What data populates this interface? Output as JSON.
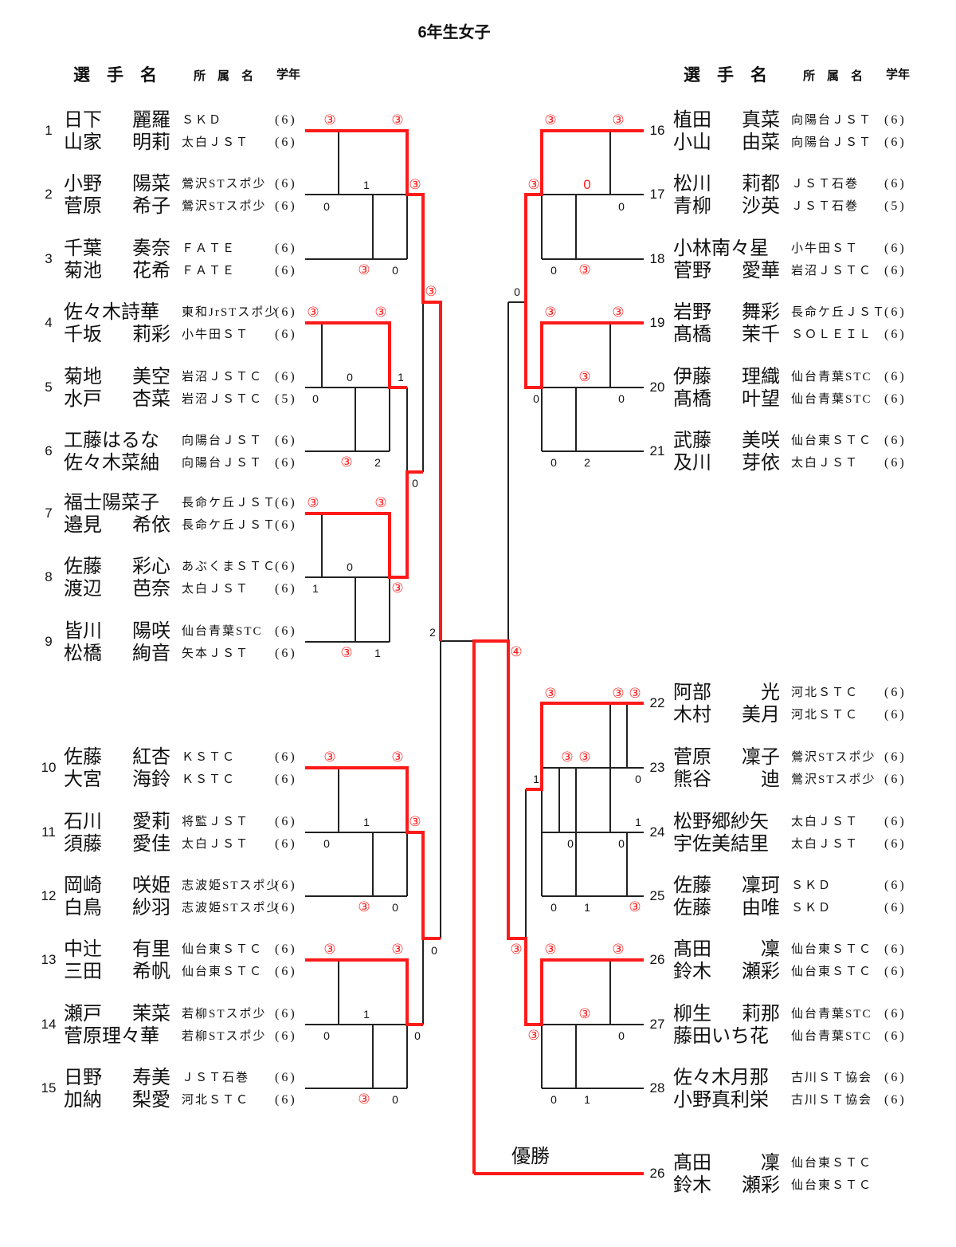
{
  "title": "6年生女子",
  "headers": {
    "name": "選　手　名",
    "team": "所　属　名",
    "grade": "学年"
  },
  "champion_label": "優勝",
  "colors": {
    "winner_line": "#ff1a1a",
    "line": "#222222"
  },
  "left_entries": [
    {
      "no": "1",
      "players": [
        {
          "family": "日下",
          "given": "麗羅",
          "team": "ＳＫＤ",
          "grade": "(6)"
        },
        {
          "family": "山家",
          "given": "明莉",
          "team": "太白ＪＳＴ",
          "grade": "(6)"
        }
      ]
    },
    {
      "no": "2",
      "players": [
        {
          "family": "小野",
          "given": "陽菜",
          "team": "鶯沢STスポ少",
          "grade": "(6)"
        },
        {
          "family": "菅原",
          "given": "希子",
          "team": "鶯沢STスポ少",
          "grade": "(6)"
        }
      ]
    },
    {
      "no": "3",
      "players": [
        {
          "family": "千葉",
          "given": "奏奈",
          "team": "ＦＡＴＥ",
          "grade": "(6)"
        },
        {
          "family": "菊池",
          "given": "花希",
          "team": "ＦＡＴＥ",
          "grade": "(6)"
        }
      ]
    },
    {
      "no": "4",
      "players": [
        {
          "family": "佐々木詩華",
          "given": "",
          "team": "東和JrSTスポ少",
          "grade": "(6)"
        },
        {
          "family": "千坂",
          "given": "莉彩",
          "team": "小牛田ＳＴ",
          "grade": "(6)"
        }
      ]
    },
    {
      "no": "5",
      "players": [
        {
          "family": "菊地",
          "given": "美空",
          "team": "岩沼ＪＳＴＣ",
          "grade": "(6)"
        },
        {
          "family": "水戸",
          "given": "杏菜",
          "team": "岩沼ＪＳＴＣ",
          "grade": "(5)"
        }
      ]
    },
    {
      "no": "6",
      "players": [
        {
          "family": "工藤はるな",
          "given": "",
          "team": "向陽台ＪＳＴ",
          "grade": "(6)"
        },
        {
          "family": "佐々木菜紬",
          "given": "",
          "team": "向陽台ＪＳＴ",
          "grade": "(6)"
        }
      ]
    },
    {
      "no": "7",
      "players": [
        {
          "family": "福士陽菜子",
          "given": "",
          "team": "長命ケ丘ＪＳＴ",
          "grade": "(6)"
        },
        {
          "family": "邉見",
          "given": "希依",
          "team": "長命ケ丘ＪＳＴ",
          "grade": "(6)"
        }
      ]
    },
    {
      "no": "8",
      "players": [
        {
          "family": "佐藤",
          "given": "彩心",
          "team": "あぶくまＳＴＣ",
          "grade": "(6)"
        },
        {
          "family": "渡辺",
          "given": "芭奈",
          "team": "太白ＪＳＴ",
          "grade": "(6)"
        }
      ]
    },
    {
      "no": "9",
      "players": [
        {
          "family": "皆川",
          "given": "陽咲",
          "team": "仙台青葉STC",
          "grade": "(6)"
        },
        {
          "family": "松橋",
          "given": "絢音",
          "team": "矢本ＪＳＴ",
          "grade": "(6)"
        }
      ]
    },
    {
      "no": "10",
      "players": [
        {
          "family": "佐藤",
          "given": "紅杏",
          "team": "ＫＳＴＣ",
          "grade": "(6)"
        },
        {
          "family": "大宮",
          "given": "海鈴",
          "team": "ＫＳＴＣ",
          "grade": "(6)"
        }
      ]
    },
    {
      "no": "11",
      "players": [
        {
          "family": "石川",
          "given": "愛莉",
          "team": "将監ＪＳＴ",
          "grade": "(6)"
        },
        {
          "family": "須藤",
          "given": "愛佳",
          "team": "太白ＪＳＴ",
          "grade": "(6)"
        }
      ]
    },
    {
      "no": "12",
      "players": [
        {
          "family": "岡崎",
          "given": "咲姫",
          "team": "志波姫STスポ少",
          "grade": "(6)"
        },
        {
          "family": "白鳥",
          "given": "紗羽",
          "team": "志波姫STスポ少",
          "grade": "(6)"
        }
      ]
    },
    {
      "no": "13",
      "players": [
        {
          "family": "中辻",
          "given": "有里",
          "team": "仙台東ＳＴＣ",
          "grade": "(6)"
        },
        {
          "family": "三田",
          "given": "希帆",
          "team": "仙台東ＳＴＣ",
          "grade": "(6)"
        }
      ]
    },
    {
      "no": "14",
      "players": [
        {
          "family": "瀬戸",
          "given": "茉菜",
          "team": "若柳STスポ少",
          "grade": "(6)"
        },
        {
          "family": "菅原理々華",
          "given": "",
          "team": "若柳STスポ少",
          "grade": "(6)"
        }
      ]
    },
    {
      "no": "15",
      "players": [
        {
          "family": "日野",
          "given": "寿美",
          "team": "ＪＳＴ石巻",
          "grade": "(6)"
        },
        {
          "family": "加納",
          "given": "梨愛",
          "team": "河北ＳＴＣ",
          "grade": "(6)"
        }
      ]
    }
  ],
  "right_entries": [
    {
      "no": "16",
      "players": [
        {
          "family": "植田",
          "given": "真菜",
          "team": "向陽台ＪＳＴ",
          "grade": "(6)"
        },
        {
          "family": "小山",
          "given": "由菜",
          "team": "向陽台ＪＳＴ",
          "grade": "(6)"
        }
      ]
    },
    {
      "no": "17",
      "players": [
        {
          "family": "松川",
          "given": "莉都",
          "team": "ＪＳＴ石巻",
          "grade": "(6)"
        },
        {
          "family": "青柳",
          "given": "沙英",
          "team": "ＪＳＴ石巻",
          "grade": "(5)"
        }
      ]
    },
    {
      "no": "18",
      "players": [
        {
          "family": "小林南々星",
          "given": "",
          "team": "小牛田ＳＴ",
          "grade": "(6)"
        },
        {
          "family": "菅野",
          "given": "愛華",
          "team": "岩沼ＪＳＴＣ",
          "grade": "(6)"
        }
      ]
    },
    {
      "no": "19",
      "players": [
        {
          "family": "岩野",
          "given": "舞彩",
          "team": "長命ケ丘ＪＳＴ",
          "grade": "(6)"
        },
        {
          "family": "髙橋",
          "given": "茉千",
          "team": "ＳＯＬＥＩＬ",
          "grade": "(6)"
        }
      ]
    },
    {
      "no": "20",
      "players": [
        {
          "family": "伊藤",
          "given": "理織",
          "team": "仙台青葉STC",
          "grade": "(6)"
        },
        {
          "family": "髙橋",
          "given": "叶望",
          "team": "仙台青葉STC",
          "grade": "(6)"
        }
      ]
    },
    {
      "no": "21",
      "players": [
        {
          "family": "武藤",
          "given": "美咲",
          "team": "仙台東ＳＴＣ",
          "grade": "(6)"
        },
        {
          "family": "及川",
          "given": "芽依",
          "team": "太白ＪＳＴ",
          "grade": "(6)"
        }
      ]
    },
    {
      "no": "22",
      "players": [
        {
          "family": "阿部",
          "given": "光",
          "team": "河北ＳＴＣ",
          "grade": "(6)"
        },
        {
          "family": "木村",
          "given": "美月",
          "team": "河北ＳＴＣ",
          "grade": "(6)"
        }
      ]
    },
    {
      "no": "23",
      "players": [
        {
          "family": "菅原",
          "given": "凜子",
          "team": "鶯沢STスポ少",
          "grade": "(6)"
        },
        {
          "family": "熊谷",
          "given": "迪",
          "team": "鶯沢STスポ少",
          "grade": "(6)"
        }
      ]
    },
    {
      "no": "24",
      "players": [
        {
          "family": "松野郷紗矢",
          "given": "",
          "team": "太白ＪＳＴ",
          "grade": "(6)"
        },
        {
          "family": "宇佐美結里",
          "given": "",
          "team": "太白ＪＳＴ",
          "grade": "(6)"
        }
      ]
    },
    {
      "no": "25",
      "players": [
        {
          "family": "佐藤",
          "given": "凜珂",
          "team": "ＳＫＤ",
          "grade": "(6)"
        },
        {
          "family": "佐藤",
          "given": "由唯",
          "team": "ＳＫＤ",
          "grade": "(6)"
        }
      ]
    },
    {
      "no": "26",
      "players": [
        {
          "family": "髙田",
          "given": "凜",
          "team": "仙台東ＳＴＣ",
          "grade": "(6)"
        },
        {
          "family": "鈴木",
          "given": "瀬彩",
          "team": "仙台東ＳＴＣ",
          "grade": "(6)"
        }
      ]
    },
    {
      "no": "27",
      "players": [
        {
          "family": "柳生",
          "given": "莉那",
          "team": "仙台青葉STC",
          "grade": "(6)"
        },
        {
          "family": "藤田いち花",
          "given": "",
          "team": "仙台青葉STC",
          "grade": "(6)"
        }
      ]
    },
    {
      "no": "28",
      "players": [
        {
          "family": "佐々木月那",
          "given": "",
          "team": "古川ＳＴ協会",
          "grade": "(6)"
        },
        {
          "family": "小野真利栄",
          "given": "",
          "team": "古川ＳＴ協会",
          "grade": "(6)"
        }
      ]
    }
  ],
  "winner_entry": {
    "no": "26",
    "players": [
      {
        "family": "髙田",
        "given": "凜",
        "team": "仙台東ＳＴＣ"
      },
      {
        "family": "鈴木",
        "given": "瀬彩",
        "team": "仙台東ＳＴＣ"
      }
    ]
  },
  "scores": [
    {
      "v": "③",
      "win": true
    },
    {
      "v": "③",
      "win": true
    },
    {
      "v": "1",
      "win": false
    },
    {
      "v": "③",
      "win": true
    },
    {
      "v": "0",
      "win": false
    },
    {
      "v": "③",
      "win": true
    },
    {
      "v": "0",
      "win": false
    },
    {
      "v": "③",
      "win": true
    },
    {
      "v": "③",
      "win": true
    },
    {
      "v": "③",
      "win": true
    },
    {
      "v": "0",
      "win": false
    },
    {
      "v": "1",
      "win": false
    },
    {
      "v": "0",
      "win": false
    },
    {
      "v": "③",
      "win": true
    },
    {
      "v": "2",
      "win": false
    },
    {
      "v": "0",
      "win": false
    },
    {
      "v": "③",
      "win": true
    },
    {
      "v": "③",
      "win": true
    },
    {
      "v": "0",
      "win": false
    },
    {
      "v": "1",
      "win": false
    },
    {
      "v": "③",
      "win": true
    },
    {
      "v": "③",
      "win": true
    },
    {
      "v": "1",
      "win": false
    },
    {
      "v": "2",
      "win": false
    },
    {
      "v": "③",
      "win": true
    },
    {
      "v": "③",
      "win": true
    },
    {
      "v": "1",
      "win": false
    },
    {
      "v": "③",
      "win": true
    },
    {
      "v": "0",
      "win": false
    },
    {
      "v": "③",
      "win": true
    },
    {
      "v": "0",
      "win": false
    },
    {
      "v": "0",
      "win": false
    },
    {
      "v": "③",
      "win": true
    },
    {
      "v": "③",
      "win": true
    },
    {
      "v": "1",
      "win": false
    },
    {
      "v": "0",
      "win": false
    },
    {
      "v": "0",
      "win": false
    },
    {
      "v": "③",
      "win": true
    },
    {
      "v": "0",
      "win": false
    },
    {
      "v": "③",
      "win": true
    },
    {
      "v": "③",
      "win": true
    },
    {
      "v": "③",
      "win": true
    },
    {
      "v": "0",
      "win": true
    },
    {
      "v": "0",
      "win": false
    },
    {
      "v": "0",
      "win": false
    },
    {
      "v": "0",
      "win": false
    },
    {
      "v": "③",
      "win": true
    },
    {
      "v": "③",
      "win": true
    },
    {
      "v": "③",
      "win": true
    },
    {
      "v": "③",
      "win": true
    },
    {
      "v": "0",
      "win": false
    },
    {
      "v": "0",
      "win": false
    },
    {
      "v": "0",
      "win": false
    },
    {
      "v": "2",
      "win": false
    },
    {
      "v": "④",
      "win": true
    },
    {
      "v": "③",
      "win": true
    },
    {
      "v": "③",
      "win": true
    },
    {
      "v": "③",
      "win": true
    },
    {
      "v": "③",
      "win": true
    },
    {
      "v": "③",
      "win": true
    },
    {
      "v": "1",
      "win": false
    },
    {
      "v": "0",
      "win": false
    },
    {
      "v": "1",
      "win": false
    },
    {
      "v": "0",
      "win": false
    },
    {
      "v": "0",
      "win": false
    },
    {
      "v": "0",
      "win": false
    },
    {
      "v": "1",
      "win": false
    },
    {
      "v": "③",
      "win": true
    },
    {
      "v": "③",
      "win": true
    },
    {
      "v": "③",
      "win": true
    },
    {
      "v": "③",
      "win": true
    },
    {
      "v": "③",
      "win": true
    },
    {
      "v": "③",
      "win": true
    },
    {
      "v": "0",
      "win": false
    },
    {
      "v": "0",
      "win": false
    },
    {
      "v": "1",
      "win": false
    }
  ]
}
